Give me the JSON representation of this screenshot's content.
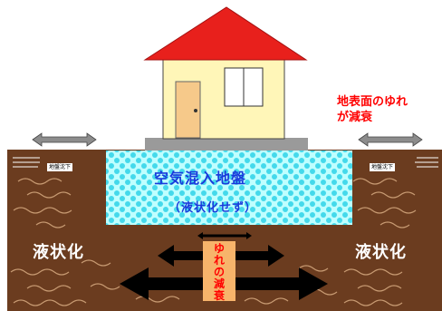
{
  "labels": {
    "shaking_reduced_line1": "地表面のゆれ",
    "shaking_reduced_line2": "が減衰",
    "subsidence_left": "地盤沈下",
    "subsidence_right": "地盤沈下",
    "air_ground_title": "空気混入地盤",
    "air_ground_sub": "（液状化せず）",
    "liquefaction_left": "液状化",
    "liquefaction_right": "液状化",
    "reduce_chars": [
      "ゆ",
      "れ",
      "の",
      "減",
      "衰"
    ]
  },
  "colors": {
    "soil": "#6b3c1f",
    "soil_crack": "#c79a72",
    "air_zone": "#bfffff",
    "air_bubble": "#2fd3e8",
    "roof": "#e8201c",
    "wall": "#fff6b8",
    "door": "#f6c98a",
    "foundation": "#9a9a9a",
    "reduce_box": "#f7b46b",
    "note_red": "#ff0000",
    "title_blue": "#1a3adc"
  },
  "icons": {
    "surface_arrows": "double-arrow-icon",
    "ground_arrows": "double-arrow-icon"
  }
}
